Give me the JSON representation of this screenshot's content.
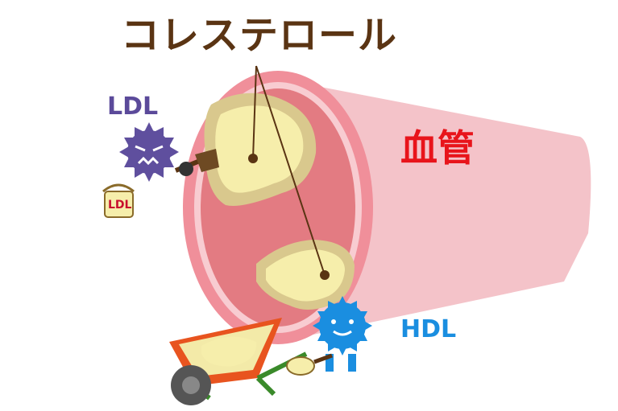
{
  "title": "コレステロール",
  "vessel_label": "血管",
  "ldl_label": "LDL",
  "hdl_label": "HDL",
  "bucket_label": "LDL",
  "colors": {
    "title": "#5a3413",
    "vessel_label": "#e8141b",
    "ldl": "#5b4a9a",
    "hdl": "#1a8ee0",
    "vessel_outer": "#f5c6cc",
    "vessel_inner": "#e8878b",
    "plaque": "#f3eaa8",
    "plaque_edge": "#d9c98a"
  },
  "icons": [
    "blood-vessel",
    "cholesterol-plaque",
    "ldl-germ",
    "hdl-germ",
    "shovel",
    "bucket",
    "wheelbarrow",
    "hammer"
  ]
}
